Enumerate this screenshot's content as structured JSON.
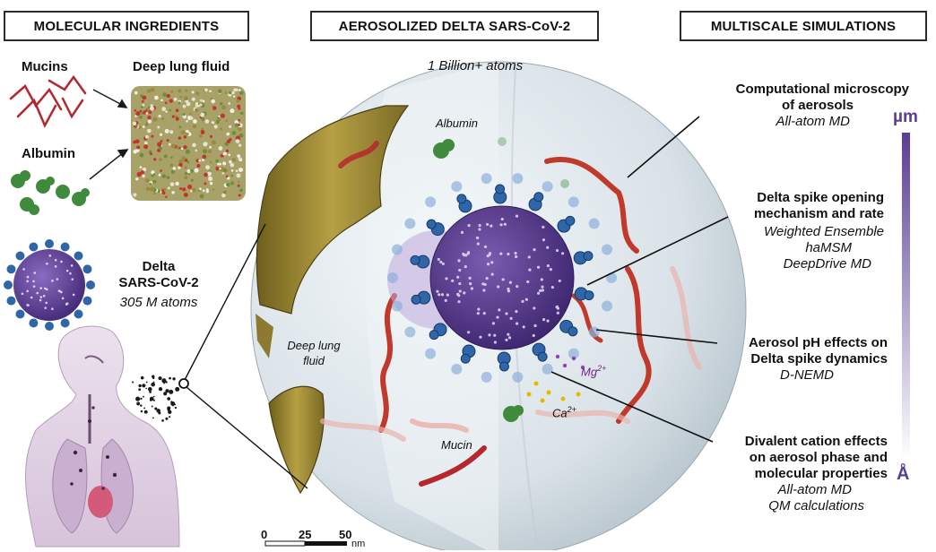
{
  "headers": {
    "left": "MOLECULAR INGREDIENTS",
    "center": "AEROSOLIZED DELTA SARS-CoV-2",
    "right": "MULTISCALE SIMULATIONS"
  },
  "ingredients": {
    "mucins": "Mucins",
    "deep_lung_fluid": "Deep lung fluid",
    "albumin": "Albumin",
    "delta_line1": "Delta",
    "delta_line2": "SARS-CoV-2",
    "delta_atoms": "305 M atoms"
  },
  "aerosol": {
    "atoms": "1 Billion+ atoms",
    "albumin": "Albumin",
    "deep_lung_line1": "Deep lung",
    "deep_lung_line2": "fluid",
    "mucin": "Mucin",
    "mg": "Mg",
    "mg_sup": "2+",
    "ca": "Ca",
    "ca_sup": "2+"
  },
  "simulations": [
    {
      "title": [
        "Computational microscopy",
        "of aerosols"
      ],
      "methods": [
        "All-atom MD"
      ]
    },
    {
      "title": [
        "Delta spike opening",
        "mechanism and rate"
      ],
      "methods": [
        "Weighted Ensemble",
        "haMSM",
        "DeepDrive MD"
      ]
    },
    {
      "title": [
        "Aerosol pH effects on",
        "Delta spike dynamics"
      ],
      "methods": [
        "D-NEMD"
      ]
    },
    {
      "title": [
        "Divalent cation effects",
        "on aerosol phase and",
        "molecular properties"
      ],
      "methods": [
        "All-atom MD",
        "QM calculations"
      ]
    }
  ],
  "scale": {
    "top": "µm",
    "bottom": "Å"
  },
  "scalebar": {
    "t0": "0",
    "t1": "25",
    "t2": "50",
    "unit": "nm"
  },
  "colors": {
    "header_border": "#2a2a2a",
    "mucin": "#b5272d",
    "albumin": "#3f8a3c",
    "spike": "#2f66a8",
    "virion": "#5a3d8f",
    "scale_gradient": "#6a4ea0",
    "sphere": "#dfe7ec",
    "mucus_layer": "#a08a30",
    "body": "#d9c8dc"
  }
}
